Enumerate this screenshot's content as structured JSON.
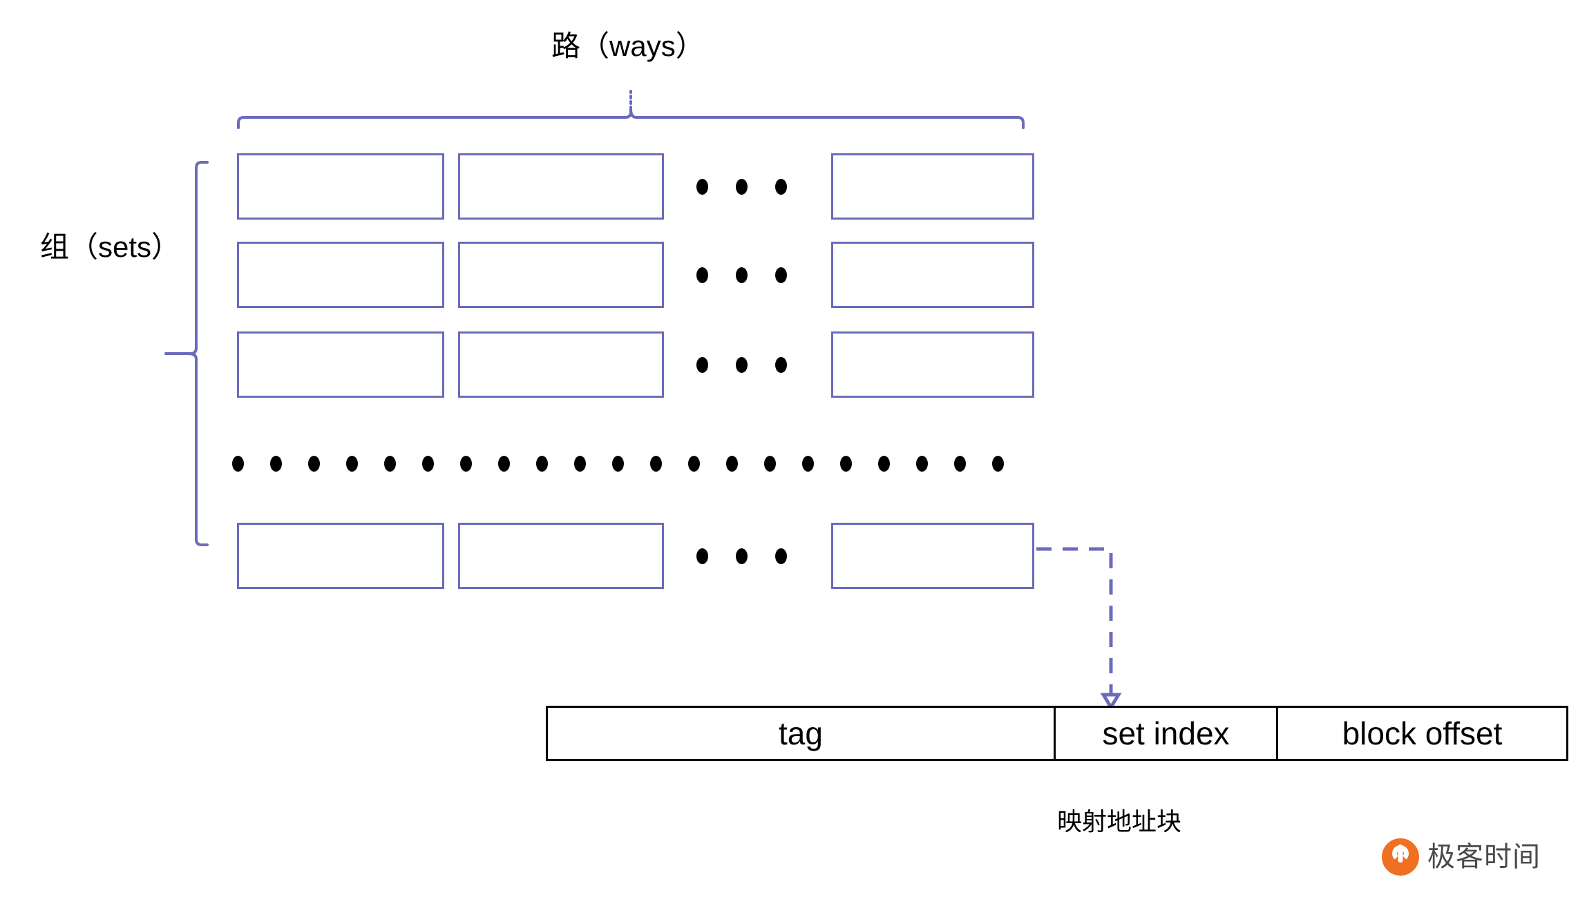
{
  "diagram": {
    "title_top": "路（ways）",
    "title_left": "组（sets）",
    "caption": "映射地址块",
    "accent_color": "#6b6bbd",
    "text_color": "#000000",
    "border_color": "#000000"
  },
  "cache_grid": {
    "rows": [
      {
        "row_label": "set-row-1",
        "cells": [
          "",
          "",
          ""
        ],
        "ellipsis": "• • •"
      },
      {
        "row_label": "set-row-2",
        "cells": [
          "",
          "",
          ""
        ],
        "ellipsis": "• • •"
      },
      {
        "row_label": "set-row-3",
        "cells": [
          "",
          "",
          ""
        ],
        "ellipsis": "• • •"
      },
      {
        "row_label": "set-row-last",
        "cells": [
          "",
          "",
          ""
        ],
        "ellipsis": "• • •"
      }
    ],
    "row_ellipsis_dot_count": 3,
    "vertical_ellipsis_dot_count": 21,
    "ways_shown": 3,
    "sets_shown": 4
  },
  "address_block": {
    "segments": [
      {
        "name": "tag",
        "label": "tag"
      },
      {
        "name": "set-index",
        "label": "set index"
      },
      {
        "name": "block-offset",
        "label": "block offset"
      }
    ],
    "caption": "映射地址块",
    "arrow_target": "set index"
  },
  "logo": {
    "wordmark": "极客时间",
    "mark_color": "#f07021",
    "icon_name": "geektime-logo-icon"
  }
}
